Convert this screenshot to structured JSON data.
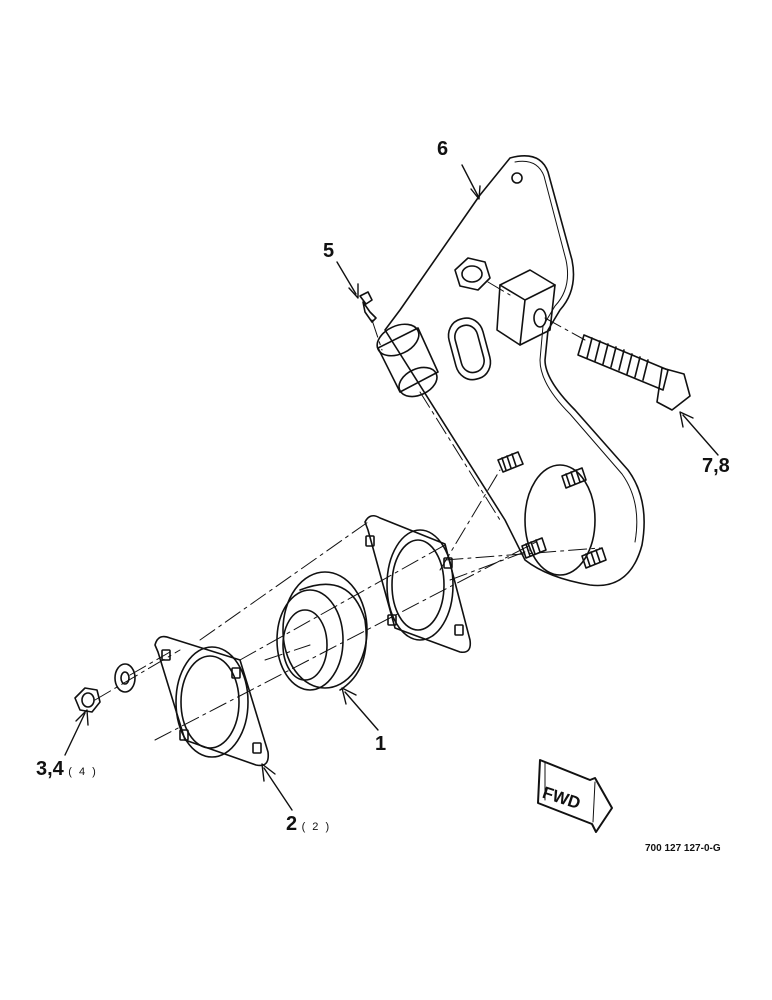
{
  "callouts": {
    "c1": "1",
    "c2": "2",
    "c2_qty": "( 2 )",
    "c34": "3,4",
    "c34_qty": "( 4 )",
    "c5": "5",
    "c6": "6",
    "c78": "7,8"
  },
  "direction_label": "FWD",
  "drawing_number": "700 127 127-0-G"
}
